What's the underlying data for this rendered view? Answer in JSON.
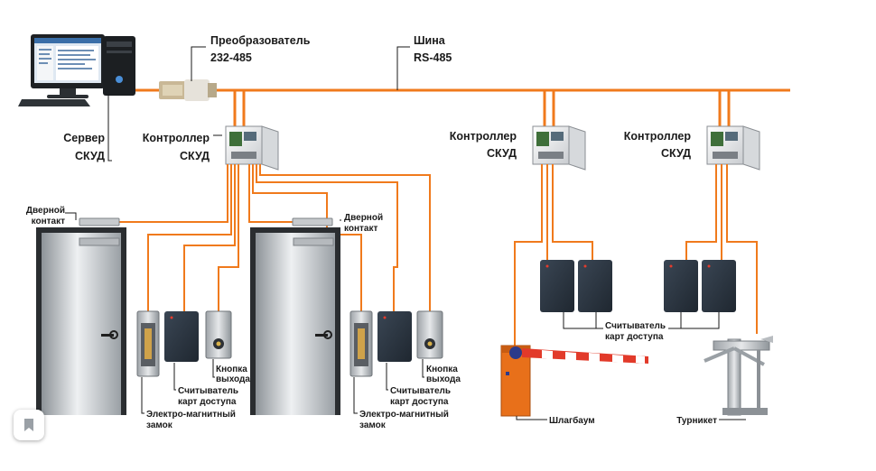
{
  "labels": {
    "converter_l1": "Преобразователь",
    "converter_l2": "232-485",
    "bus_l1": "Шина",
    "bus_l2": "RS-485",
    "server_l1": "Сервер",
    "server_l2": "СКУД",
    "controller_l1": "Контроллер",
    "controller_l2": "СКУД",
    "door_contact_l1": "Дверной",
    "door_contact_l2": "контакт",
    "reader_l1": "Считыватель",
    "reader_l2": "карт доступа",
    "exit_button_l1": "Кнопка",
    "exit_button_l2": "выхода",
    "lock_l1": "Электро-магнитный",
    "lock_l2": "замок",
    "barrier": "Шлагбаум",
    "turnstile": "Турникет"
  },
  "icons": {
    "bookmark": "bookmark-icon"
  },
  "colors": {
    "wire": "#f07a1c",
    "reader": "#2b3440",
    "barrier": "#e8701a"
  }
}
